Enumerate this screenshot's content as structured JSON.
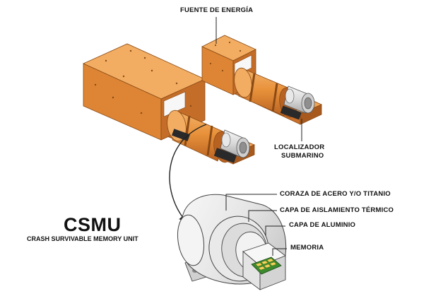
{
  "labels": {
    "power_supply": "FUENTE DE ENERGÍA",
    "locator_line1": "LOCALIZADOR",
    "locator_line2": "SUBMARINO",
    "shell": "CORAZA DE ACERO Y/O TITANIO",
    "insulation": "CAPA DE AISLAMIENTO TÉRMICO",
    "aluminum": "CAPA DE ALUMINIO",
    "memory": "MEMORIA"
  },
  "csmu": {
    "title": "CSMU",
    "subtitle": "CRASH SURVIVABLE MEMORY UNIT"
  },
  "colors": {
    "orange": "#e8913a",
    "orange_dark": "#c9702a",
    "orange_light": "#f2ad62",
    "chip_green": "#3b8a2e"
  }
}
